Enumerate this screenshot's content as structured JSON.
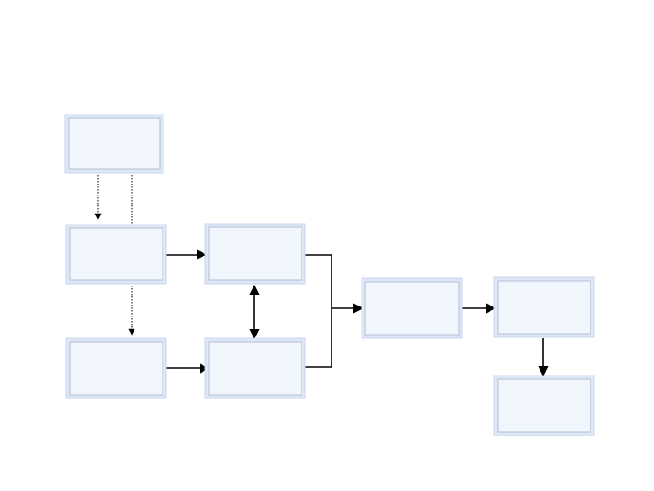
{
  "diagram": {
    "type": "flowchart",
    "nodes": [
      {
        "id": "box-1",
        "label": ""
      },
      {
        "id": "box-2",
        "label": ""
      },
      {
        "id": "box-3",
        "label": ""
      },
      {
        "id": "box-4",
        "label": ""
      },
      {
        "id": "box-5",
        "label": ""
      },
      {
        "id": "box-6",
        "label": ""
      },
      {
        "id": "box-7",
        "label": ""
      },
      {
        "id": "box-8",
        "label": ""
      }
    ],
    "edges": [
      {
        "from": "box-1",
        "to": "box-2",
        "style": "dotted"
      },
      {
        "from": "box-1",
        "to": "box-3",
        "style": "dotted"
      },
      {
        "from": "box-2",
        "to": "box-4",
        "style": "solid"
      },
      {
        "from": "box-3",
        "to": "box-5",
        "style": "solid"
      },
      {
        "from": "box-4",
        "to": "box-5",
        "style": "solid",
        "bidirectional": true
      },
      {
        "from": "box-4",
        "to": "box-6",
        "style": "solid"
      },
      {
        "from": "box-5",
        "to": "box-6",
        "style": "solid"
      },
      {
        "from": "box-6",
        "to": "box-7",
        "style": "solid"
      },
      {
        "from": "box-7",
        "to": "box-8",
        "style": "solid"
      }
    ]
  },
  "colors": {
    "box_fill": "#f1f5fc",
    "box_border": "#dde7f6",
    "line": "#000000"
  }
}
